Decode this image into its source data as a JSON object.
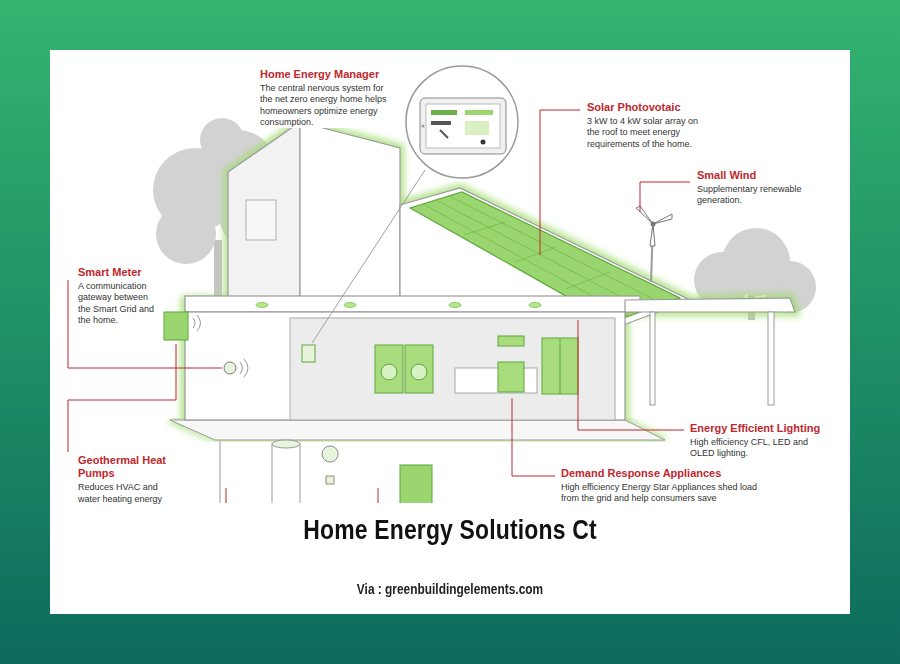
{
  "diagram": {
    "title": "Home Energy Solutions Ct",
    "caption": "Via : greenbuildingelements.com",
    "labels": [
      "Home Energy Manager",
      "The central nervous system for the net zero energy home helps homeowners optimize energy consumption.",
      "Solar Photovotaic",
      "3 kW to 4 kW solar array on the roof to meet energy requirements of the home.",
      "Small Wind",
      "Supplementary renewable generation.",
      "Smart Meter",
      "A communication gateway between the Smart Grid and the home.",
      "Energy Efficient Lighting",
      "High efficiency CFL, LED and OLED lighting.",
      "Geothermal Heat Pumps",
      "Reduces HVAC and water heating energy",
      "Demand Response Appliances",
      "High efficiency Energy Star Appliances shed load from the grid and help consumers save"
    ]
  }
}
